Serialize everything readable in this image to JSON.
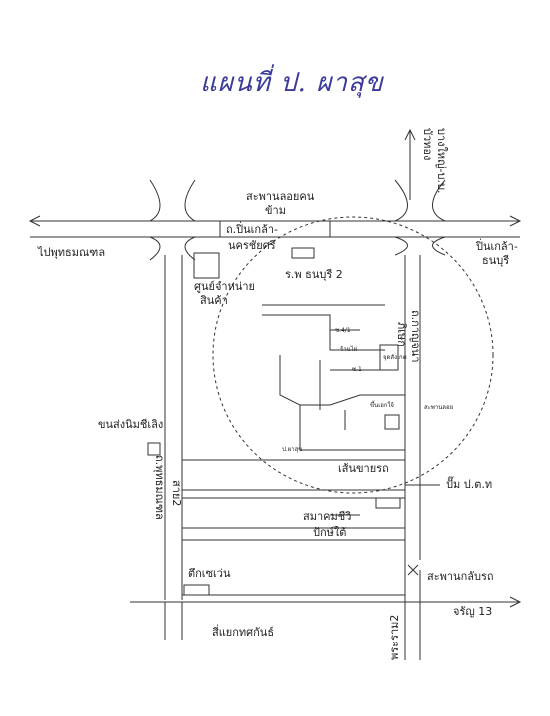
{
  "map": {
    "title": "แผนที่ ป. ผาสุข",
    "labels": {
      "skywalk": "สะพานลอยคน",
      "skywalk2": "ข้าม",
      "road_pinklao_1": "ถ.ปิ่นเกล้า-",
      "road_pinklao_2": "นครชัยศรี",
      "to_phutthamonthon": "ไปพุทธมณฑล",
      "to_pinklao_1": "ปิ่นเกล้า-",
      "to_pinklao_2": "ธนบุรี",
      "to_bangyai_1": "บางใหญ่-บ.บ.",
      "to_bangyai_2": "บัวทอง",
      "hospital": "ร.พ ธนบุรี 2",
      "dist_center_1": "ศูนย์จำหน่าย",
      "dist_center_2": "สินค้า",
      "kanom": "ขนส่งนิมชีเลิง",
      "road_phutthamonthon": "ถ.พุทธมณฑล",
      "sai2": "สาย2",
      "gas_station": "ปั๊ม ป.ต.ท",
      "dashed_road": "เส้นขายรถ",
      "assoc_1": "สมาคมชีวิ",
      "assoc_2": "ปักษ์ใต้",
      "seven": "ตึกเซเว่น",
      "junction": "สี่แยกทศกันธ์",
      "u_turn": "สะพานกลับรถ",
      "charan": "จรัญ 13",
      "phra_ram2": "พระราม2",
      "road_kanchana_1": "ถ.กาญจนา",
      "road_kanchana_2": "ภิเษก",
      "tiny_1": "ซ.4/1",
      "tiny_2": "ร้านไผ่",
      "tiny_3": "จุดสังเกต",
      "tiny_4": "ขึ้นเอกใจ้",
      "tiny_5": "สะพานลอย",
      "tiny_6": "ป.ผาสุข",
      "tiny_7": "ซ.1"
    }
  }
}
